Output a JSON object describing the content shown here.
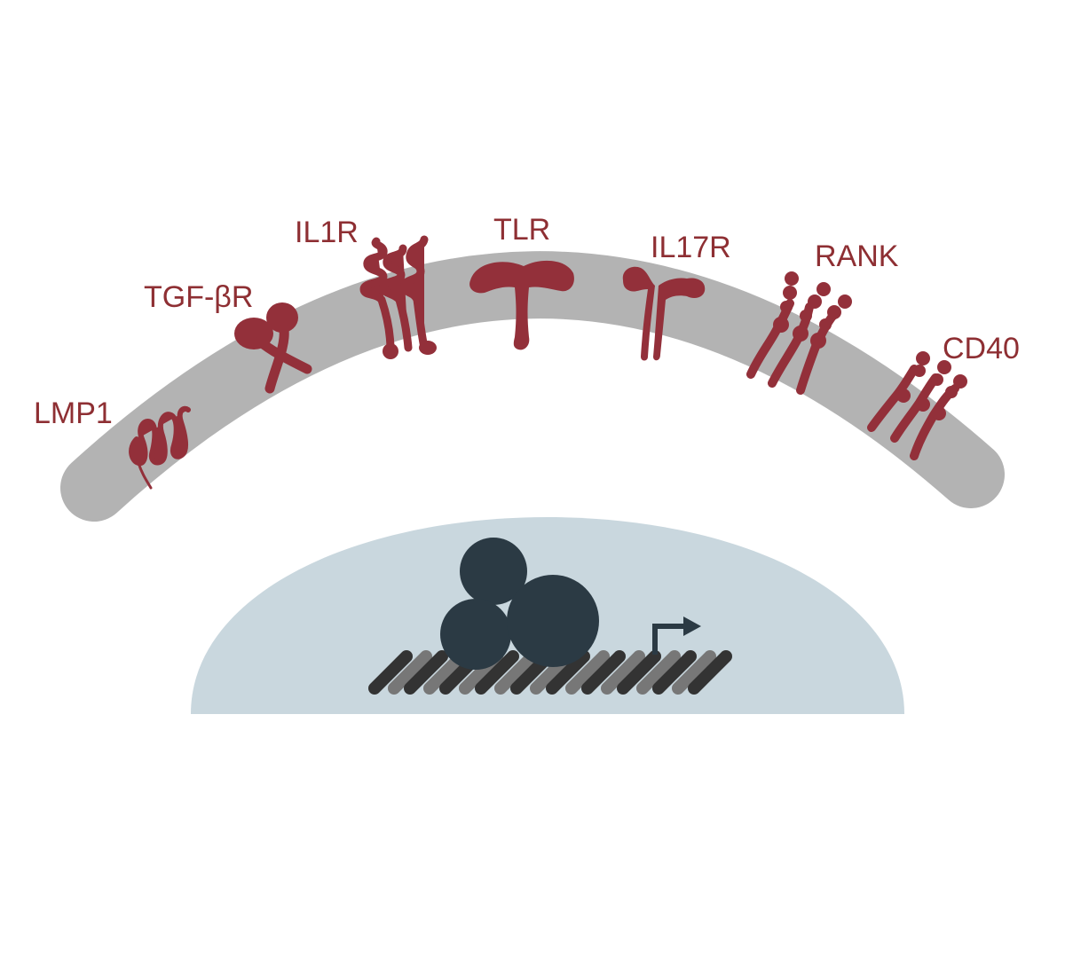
{
  "colors": {
    "membrane": "#b3b3b3",
    "receptor": "#93303a",
    "label": "#8e2f33",
    "nucleus": "#c9d7de",
    "protein": "#2b3a44",
    "dna_dark": "#333333",
    "dna_light": "#777777"
  },
  "labels": {
    "lmp1": "LMP1",
    "tgfbr": "TGF-βR",
    "il1r": "IL1R",
    "tlr": "TLR",
    "il17r": "IL17R",
    "rank": "RANK",
    "cd40": "CD40"
  }
}
